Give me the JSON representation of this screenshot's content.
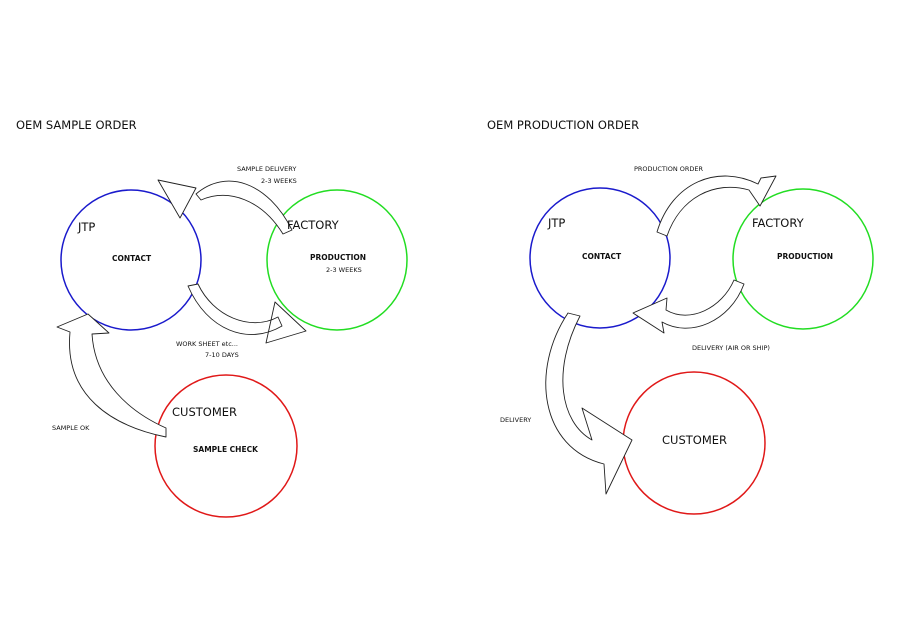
{
  "colors": {
    "jtp": "#1a1acc",
    "factory": "#22dd22",
    "customer": "#e01818"
  },
  "sample": {
    "title": "OEM   SAMPLE ORDER",
    "jtp": {
      "name": "JTP",
      "role": "CONTACT"
    },
    "factory": {
      "name": "FACTORY",
      "role": "PRODUCTION",
      "duration": "2-3 WEEKS"
    },
    "customer": {
      "name": "CUSTOMER",
      "role": "SAMPLE CHECK"
    },
    "arrows": {
      "delivery_line1": "SAMPLE DELIVERY",
      "delivery_line2": "2-3 WEEKS",
      "worksheet_line1": "WORK SHEET etc...",
      "worksheet_line2": "7-10 DAYS",
      "ok": "SAMPLE OK"
    }
  },
  "production": {
    "title": "OEM   PRODUCTION ORDER",
    "jtp": {
      "name": "JTP",
      "role": "CONTACT"
    },
    "factory": {
      "name": "FACTORY",
      "role": "PRODUCTION"
    },
    "customer": {
      "name": "CUSTOMER"
    },
    "arrows": {
      "order": "PRODUCTION ORDER",
      "factory_delivery": "DELIVERY (AIR OR SHIP)",
      "customer_delivery": "DELIVERY"
    }
  }
}
